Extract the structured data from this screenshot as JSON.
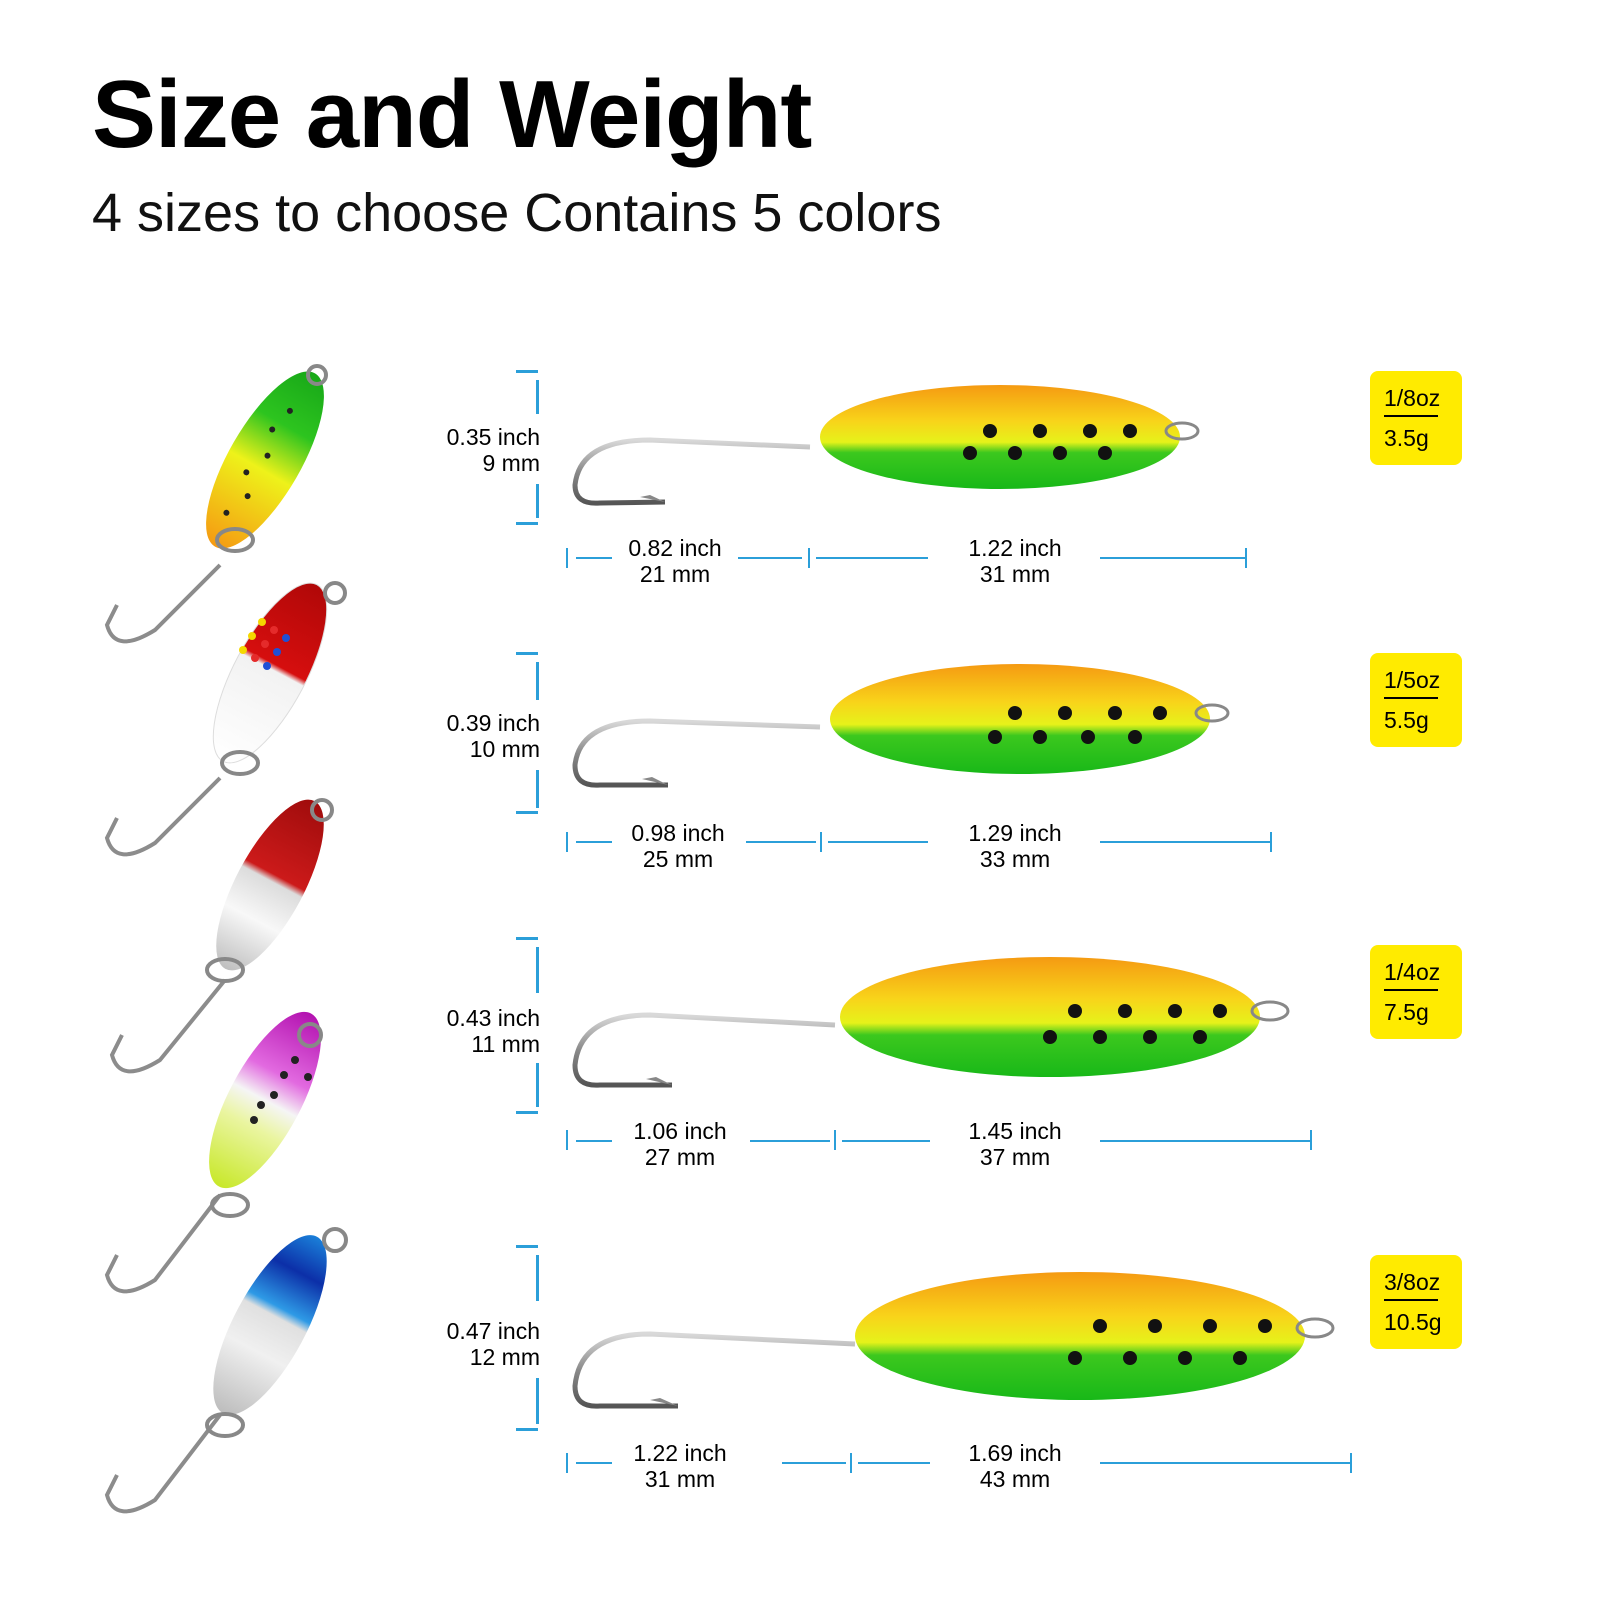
{
  "header": {
    "title": "Size and Weight",
    "subtitle": "4 sizes to choose Contains 5 colors"
  },
  "colors": {
    "dimension_line": "#2b9fd9",
    "weight_badge": "#ffeb00",
    "text": "#000000"
  },
  "color_variants": [
    {
      "name": "orange-yellow-green with black dots",
      "colors": [
        "#f7a11a",
        "#f5e61a",
        "#1fb81f"
      ]
    },
    {
      "name": "white-red with rainbow dots",
      "colors": [
        "#ffffff",
        "#d40a0a"
      ],
      "dots": [
        "#f5d800",
        "#e52b2b",
        "#1f4fd6"
      ]
    },
    {
      "name": "silver-red",
      "colors": [
        "#e6e6e6",
        "#c8111a"
      ]
    },
    {
      "name": "chartreuse-silver-pink with black dots",
      "colors": [
        "#c9ea2a",
        "#f0f0f0",
        "#d020c8"
      ]
    },
    {
      "name": "silver-blue",
      "colors": [
        "#e8e8e8",
        "#1a7fd9",
        "#0a1e9c"
      ]
    }
  ],
  "sizes": [
    {
      "height_inch": "0.35 inch",
      "height_mm": "9 mm",
      "hook_inch": "0.82 inch",
      "hook_mm": "21 mm",
      "body_inch": "1.22 inch",
      "body_mm": "31 mm",
      "weight_oz": "1/8oz",
      "weight_g": "3.5g"
    },
    {
      "height_inch": "0.39 inch",
      "height_mm": "10 mm",
      "hook_inch": "0.98 inch",
      "hook_mm": "25 mm",
      "body_inch": "1.29 inch",
      "body_mm": "33 mm",
      "weight_oz": "1/5oz",
      "weight_g": "5.5g"
    },
    {
      "height_inch": "0.43 inch",
      "height_mm": "11 mm",
      "hook_inch": "1.06 inch",
      "hook_mm": "27 mm",
      "body_inch": "1.45 inch",
      "body_mm": "37 mm",
      "weight_oz": "1/4oz",
      "weight_g": "7.5g"
    },
    {
      "height_inch": "0.47 inch",
      "height_mm": "12 mm",
      "hook_inch": "1.22 inch",
      "hook_mm": "31 mm",
      "body_inch": "1.69 inch",
      "body_mm": "43 mm",
      "weight_oz": "3/8oz",
      "weight_g": "10.5g"
    }
  ]
}
